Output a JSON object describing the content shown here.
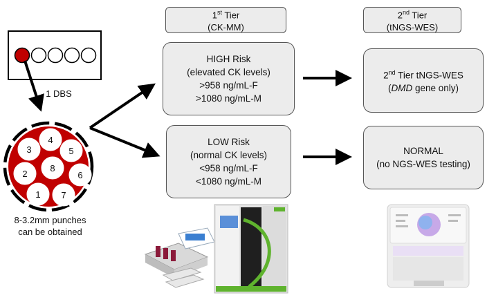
{
  "tier1": {
    "name_num": "1",
    "name_sup": "st",
    "name_rest": " Tier",
    "method": "(CK-MM)"
  },
  "tier2": {
    "name_num": "2",
    "name_sup": "nd",
    "name_rest": " Tier",
    "method": "(tNGS-WES)"
  },
  "high": {
    "title": "HIGH Risk",
    "desc": "(elevated CK levels)",
    "female": ">958 ng/mL-F",
    "male": ">1080 ng/mL-M"
  },
  "low": {
    "title": "LOW Risk",
    "desc": "(normal CK levels)",
    "female": "<958 ng/mL-F",
    "male": "<1080 ng/mL-M"
  },
  "result_high": {
    "num": "2",
    "sup": "nd",
    "rest": " Tier tNGS-WES",
    "gene": "DMD",
    "gene_rest": " gene only)",
    "gene_open": "("
  },
  "result_low": {
    "title": "NORMAL",
    "desc": "(no NGS-WES testing)"
  },
  "dbs_label": "1 DBS",
  "punch_label_line1": "8-3.2mm punches",
  "punch_label_line2": "can be obtained",
  "punch_numbers": [
    "1",
    "2",
    "3",
    "4",
    "5",
    "6",
    "7",
    "8"
  ],
  "colors": {
    "box_fill": "#ececec",
    "box_border": "#555555",
    "dbs_red": "#c00000",
    "instrument_green": "#5fb32e"
  }
}
